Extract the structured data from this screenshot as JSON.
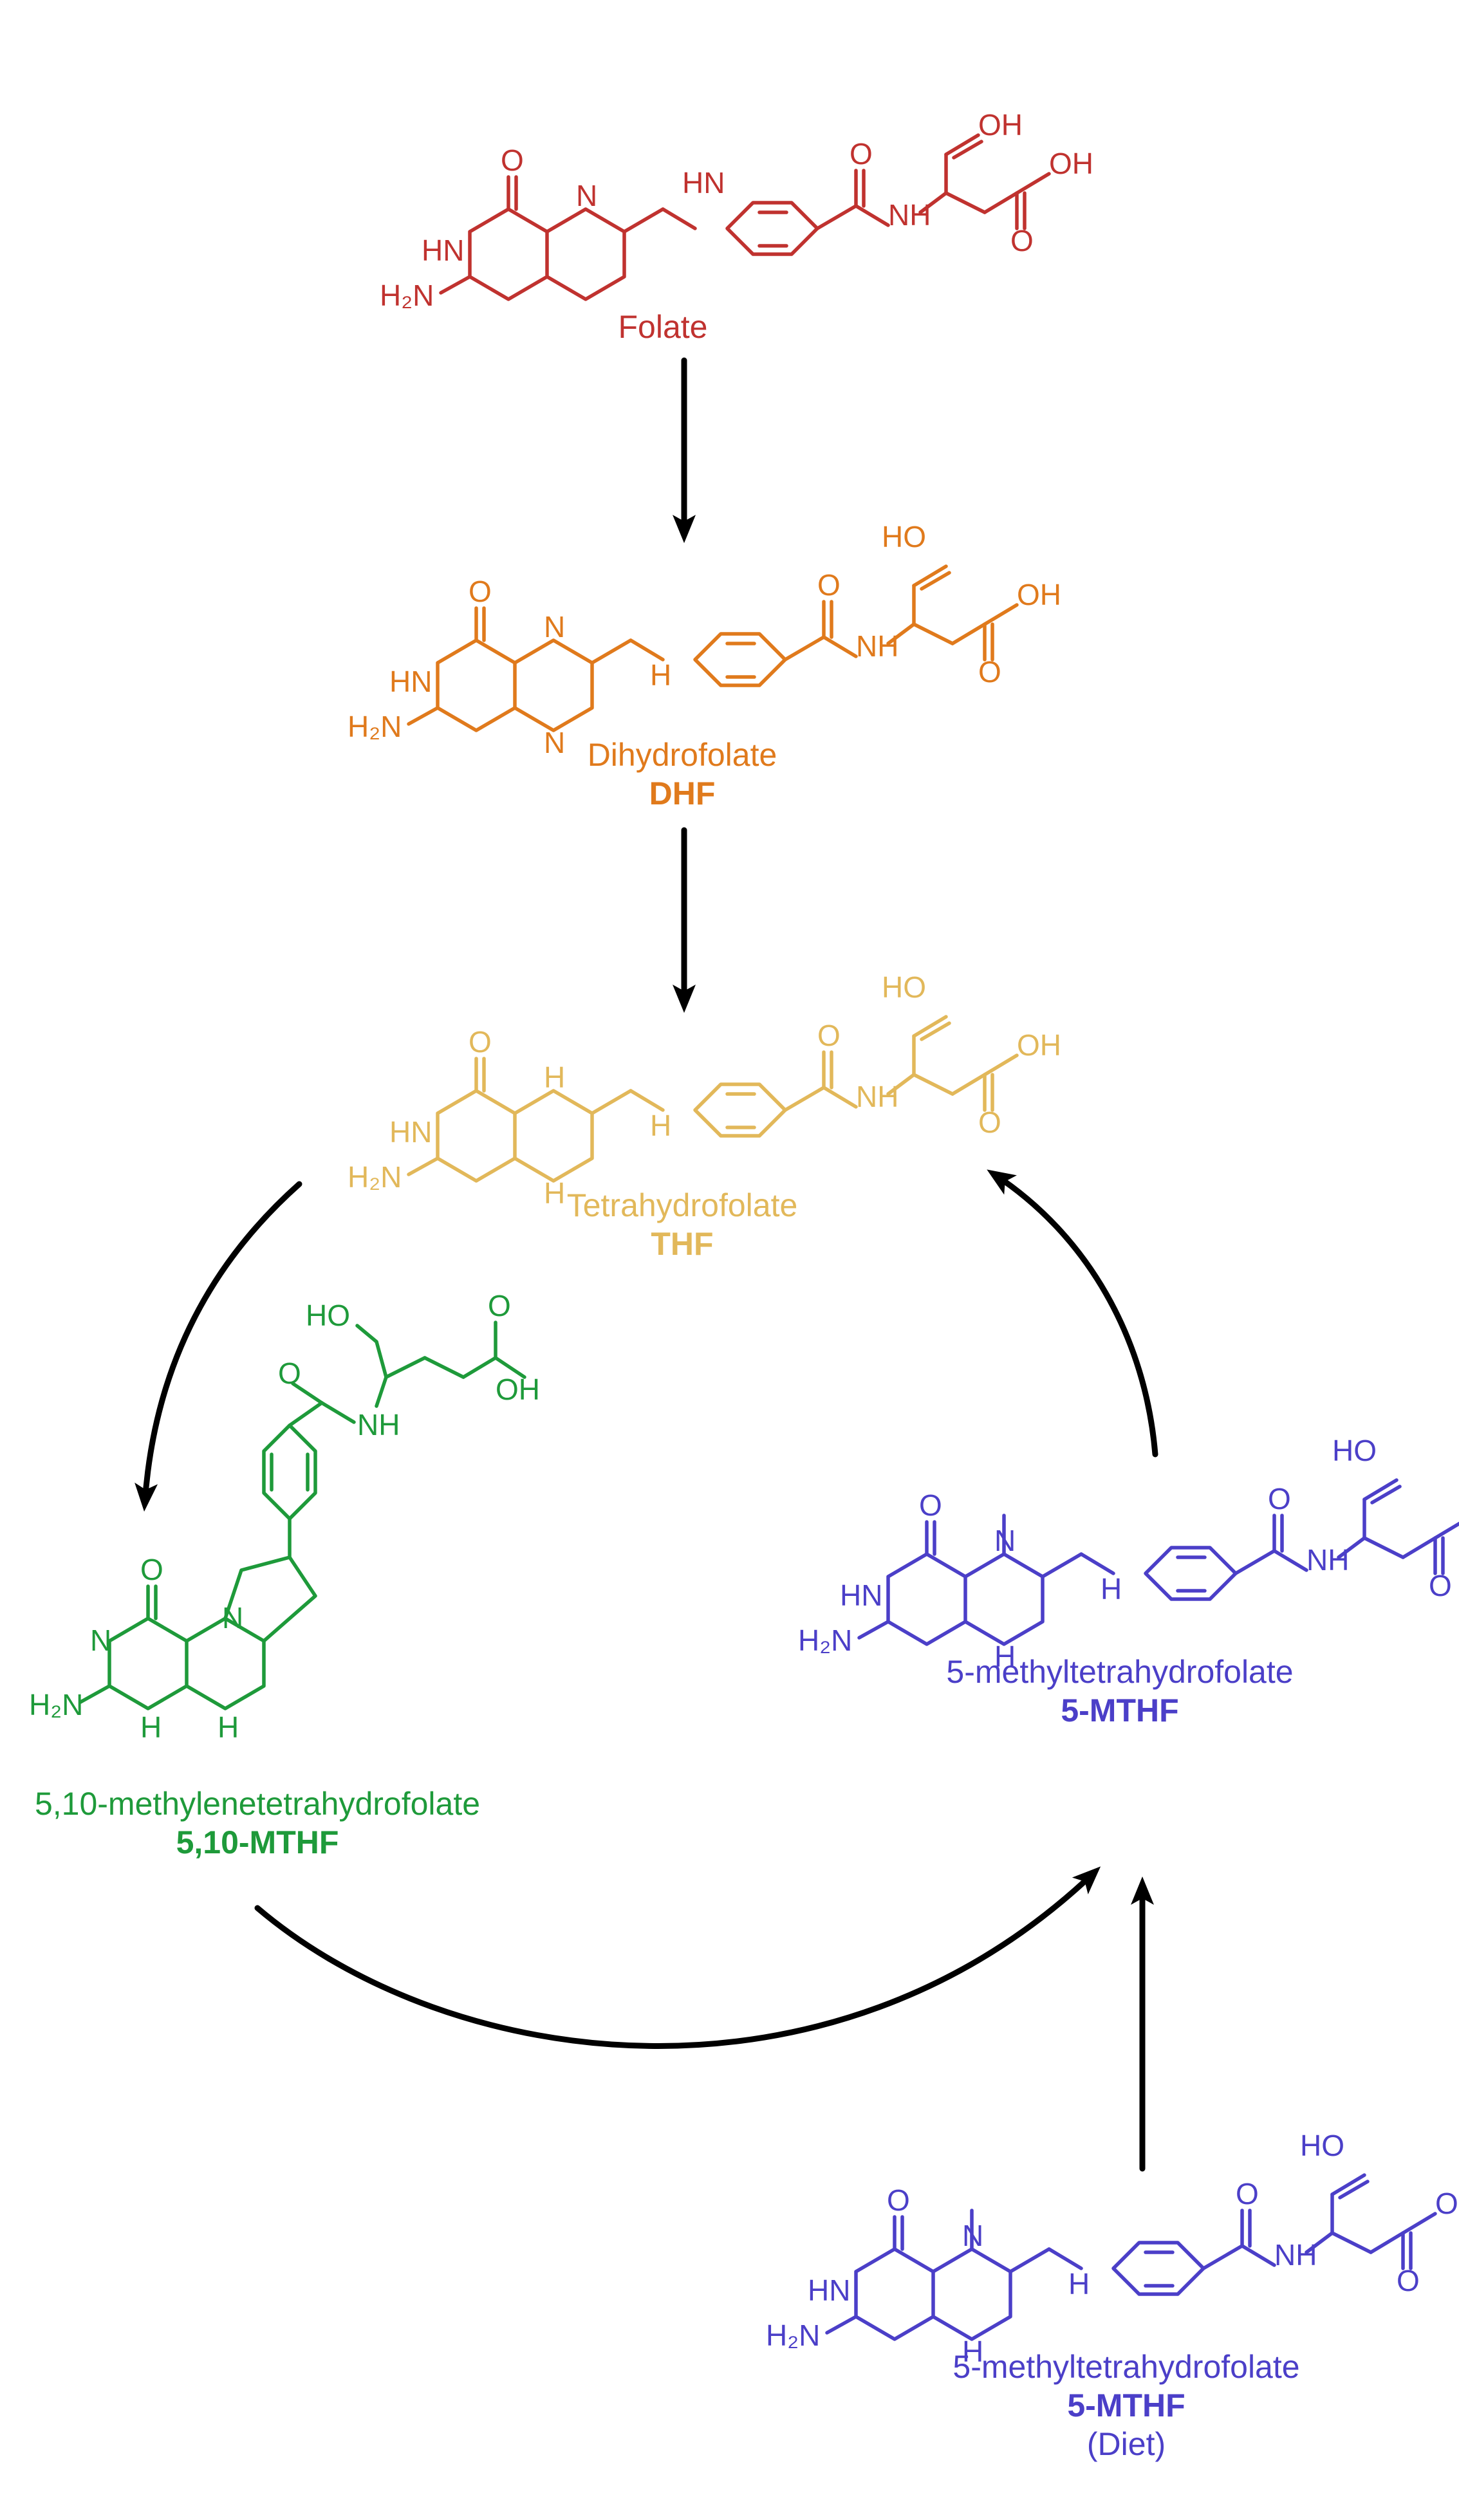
{
  "colors": {
    "folate": "#c0322f",
    "dhf": "#e07a1c",
    "thf": "#e2b85a",
    "mthf_510": "#1e9a3a",
    "mthf_5": "#4b3fc8",
    "arrow": "#000000"
  },
  "atoms": {
    "o": "O",
    "oh": "OH",
    "ho": "HO",
    "nh": "NH",
    "hn": "HN",
    "n": "N",
    "h": "H",
    "h2n": "H₂N"
  },
  "compounds": {
    "folate": {
      "name": "Folate",
      "abbr": ""
    },
    "dhf": {
      "name": "Dihydrofolate",
      "abbr": "DHF"
    },
    "thf": {
      "name": "Tetrahydrofolate",
      "abbr": "THF"
    },
    "mthf_510": {
      "name": "5,10-methylenetetrahydrofolate",
      "abbr": "5,10-MTHF"
    },
    "mthf_5": {
      "name": "5-methyltetrahydrofolate",
      "abbr": "5-MTHF"
    },
    "mthf_5_diet": {
      "name": "5-methyltetrahydrofolate",
      "abbr": "5-MTHF",
      "note": "(Diet)"
    }
  }
}
